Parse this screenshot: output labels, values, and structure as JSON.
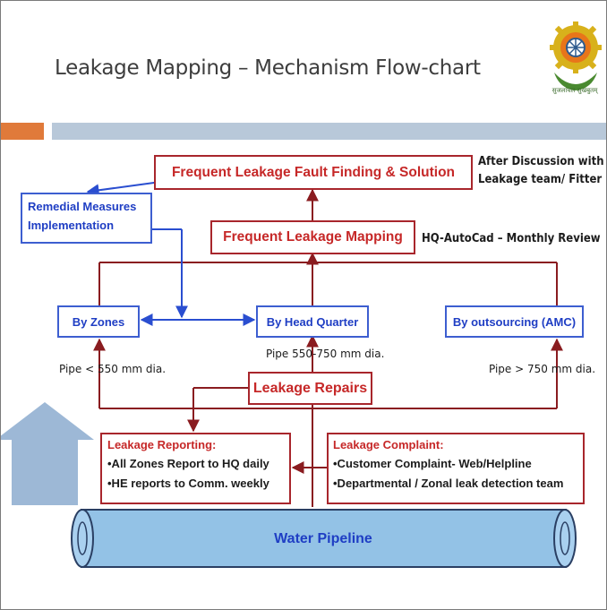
{
  "title": "Leakage Mapping – Mechanism Flow-chart",
  "logo": {
    "caption": "सुजलांचल सुखबुतम्",
    "colors": {
      "gear": "#d8b11b",
      "sun": "#e8751a",
      "wheel": "#2e5a8e",
      "leaves": "#4a8a30"
    }
  },
  "colors": {
    "red": "#a8262c",
    "red_text": "#c62828",
    "blue": "#3d5ed0",
    "blue_text": "#1f3ec4",
    "band_orange": "#e07a3a",
    "band_blue": "#b8c8d9",
    "pipe_fill": "#93c2e6",
    "arrow_fill": "#9db8d6"
  },
  "nodes": {
    "fault_finding": "Frequent Leakage Fault Finding & Solution",
    "remedial": [
      "Remedial Measures",
      "Implementation"
    ],
    "mapping": "Frequent Leakage  Mapping",
    "by_zones": "By Zones",
    "by_hq": "By Head Quarter",
    "by_outsourcing": "By outsourcing (AMC)",
    "repairs": "Leakage  Repairs",
    "reporting": {
      "title": "Leakage Reporting:",
      "items": [
        "•All Zones Report to HQ daily",
        "•HE reports to Comm. weekly"
      ]
    },
    "complaint": {
      "title": "Leakage Complaint:",
      "items": [
        "•Customer Complaint- Web/Helpline",
        "•Departmental / Zonal leak detection team"
      ]
    },
    "pipeline": "Water Pipeline"
  },
  "side_notes": {
    "after_discussion": [
      "After Discussion with",
      "Leakage team/ Fitter"
    ],
    "hq_autocad": "HQ-AutoCad – Monthly Review"
  },
  "pipe_notes": {
    "zones": "Pipe < 550 mm dia.",
    "hq": "Pipe 550-750 mm dia.",
    "outsourcing": "Pipe > 750 mm dia."
  }
}
